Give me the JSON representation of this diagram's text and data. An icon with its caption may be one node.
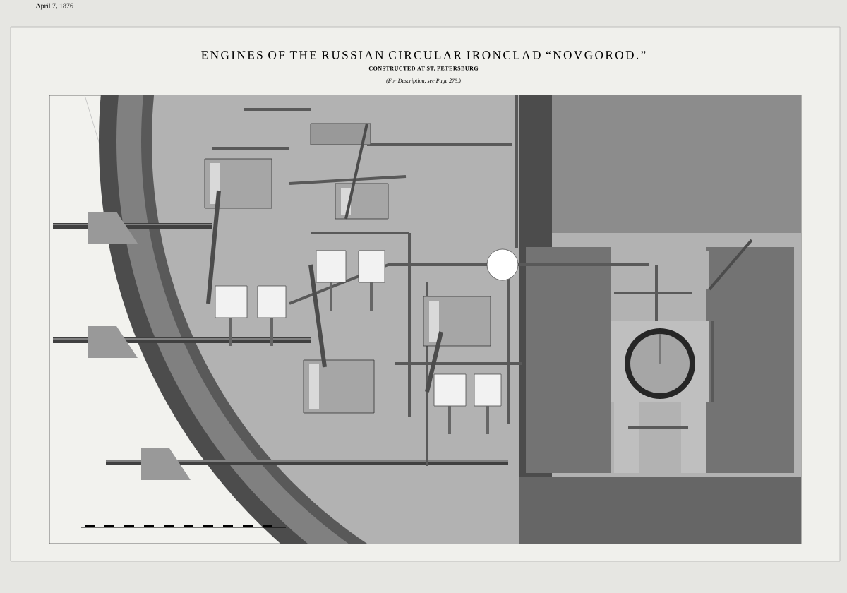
{
  "diagram": {
    "title": "ENGINES OF THE RUSSIAN CIRCULAR IRONCLAD “NOVGOROD.”",
    "labels": [
      "April 7, 1876",
      "CONSTRUCTED AT ST. PETERSBURG",
      "(For Description, see Page 275.)"
    ]
  }
}
